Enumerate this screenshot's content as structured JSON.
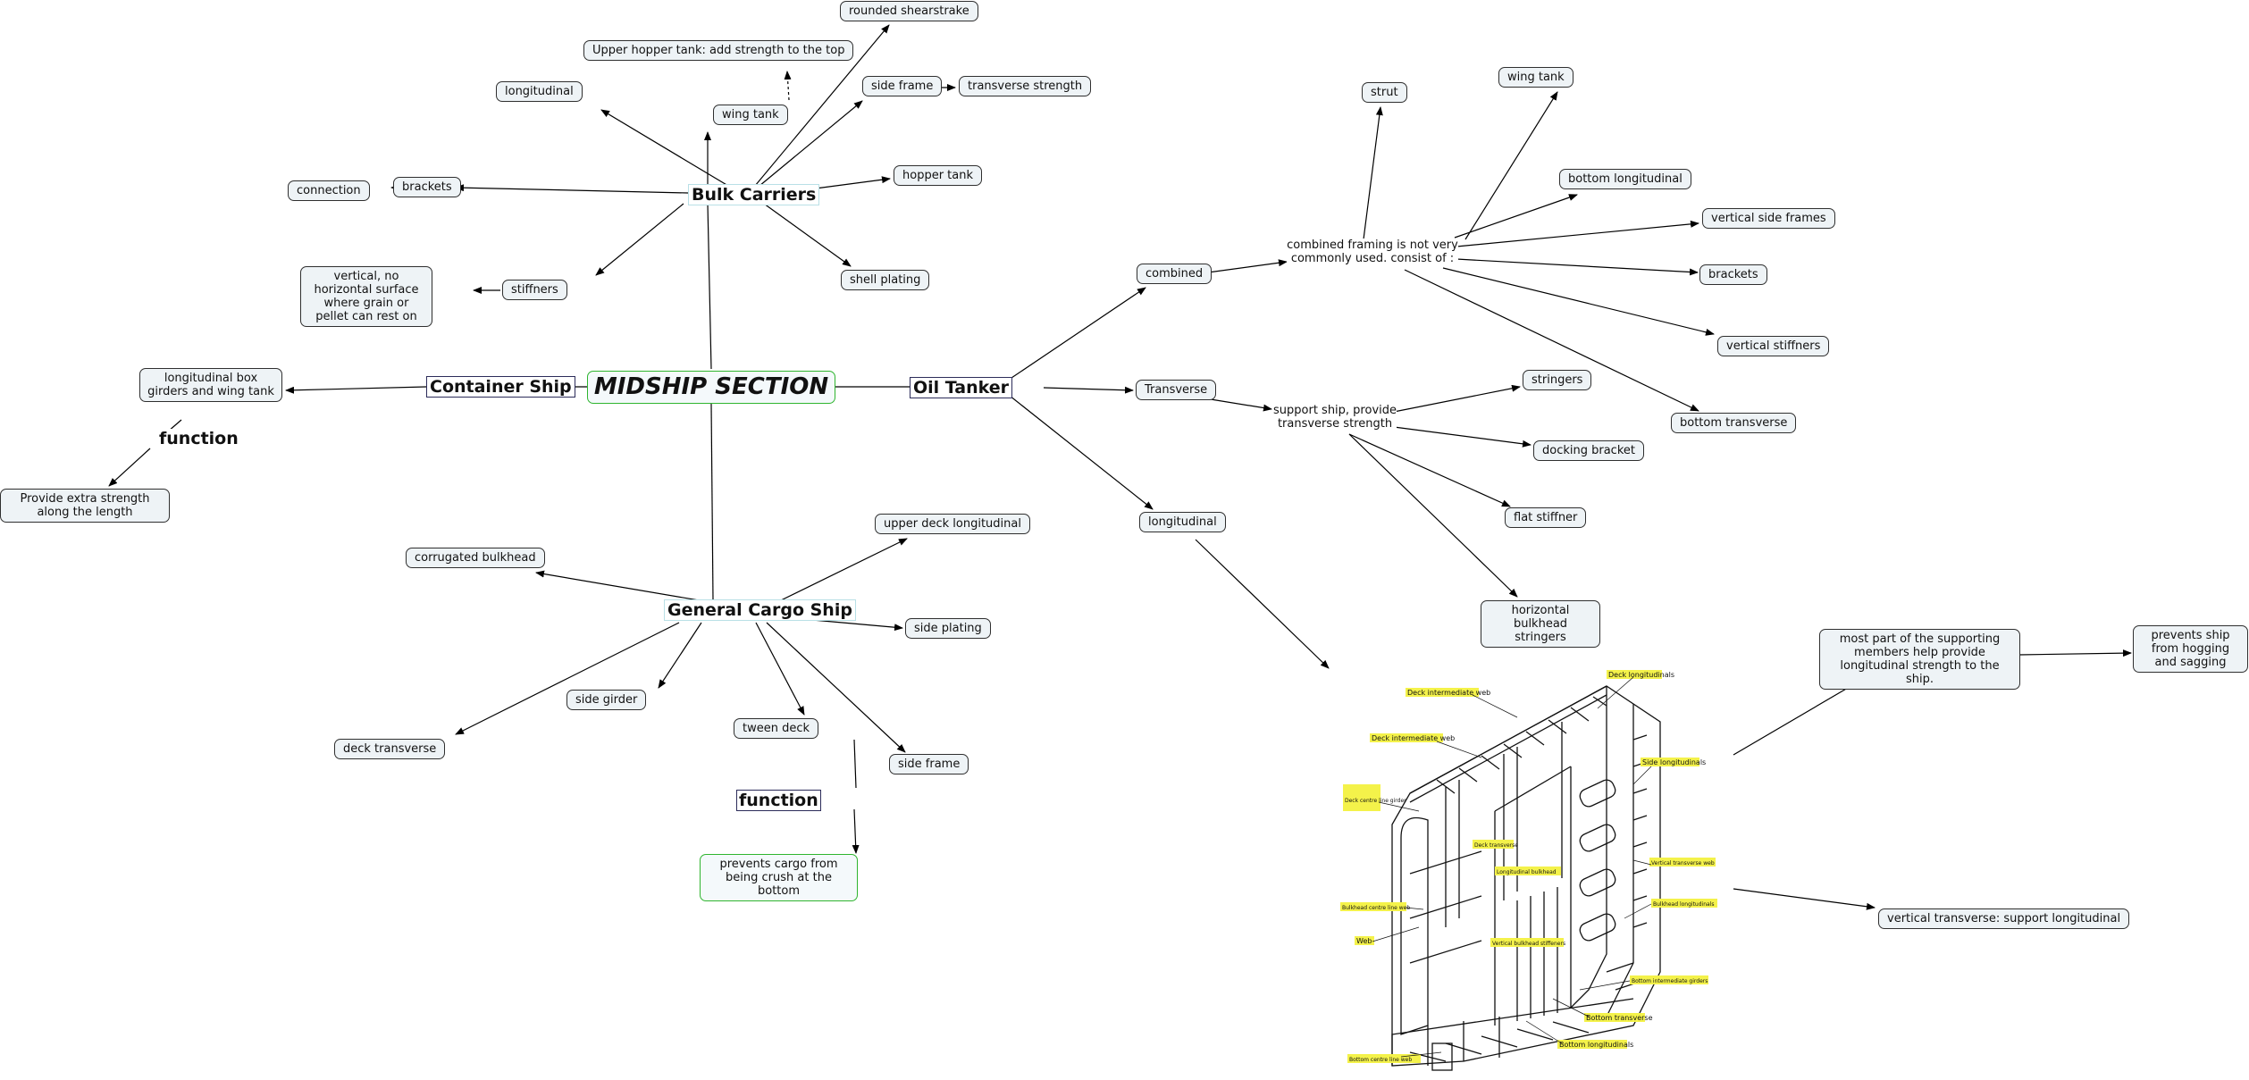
{
  "center": "MIDSHIP SECTION",
  "topics": {
    "bulk": "Bulk Carriers",
    "container": "Container Ship",
    "oil": "Oil Tanker",
    "general": "General Cargo Ship"
  },
  "bulk": {
    "longitudinal": "longitudinal",
    "upper_hopper": "Upper hopper tank: add strength to the top",
    "rounded_shearstrake": "rounded shearstrake",
    "wing_tank": "wing tank",
    "side_frame": "side frame",
    "transverse_strength": "transverse strength",
    "hopper_tank": "hopper tank",
    "brackets": "brackets",
    "connection": "connection",
    "shell_plating": "shell plating",
    "stiffners": "stiffners",
    "vertical_note": "vertical, no horizontal surface where grain or pellet can rest on"
  },
  "container": {
    "girders": "longitudinal box girders and wing tank",
    "function": "function",
    "function_text": "Provide extra strength along the length"
  },
  "general": {
    "corrugated_bulkhead": "corrugated bulkhead",
    "upper_deck_longitudinal": "upper deck longitudinal",
    "side_plating": "side plating",
    "side_girder": "side girder",
    "deck_transverse": "deck transverse",
    "tween_deck": "tween deck",
    "side_frame": "side frame",
    "function": "function",
    "function_text": "prevents cargo from being crush at the bottom"
  },
  "oil": {
    "combined": "combined",
    "combined_note": "combined framing is not very commonly used. consist of :",
    "strut": "strut",
    "wing_tank": "wing tank",
    "bottom_longitudinal": "bottom longitudinal",
    "vertical_side_frames": "vertical side frames",
    "brackets": "brackets",
    "vertical_stiffners": "vertical stiffners",
    "bottom_transverse": "bottom transverse",
    "transverse": "Transverse",
    "transverse_note": "support ship, provide transverse strength",
    "stringers": "stringers",
    "docking_bracket": "docking bracket",
    "flat_stiffner": "flat stiffner",
    "horizontal_bulkhead_stringers": "horizontal bulkhead stringers",
    "longitudinal": "longitudinal",
    "supporting_members": "most part of the supporting members help provide longitudinal strength to the ship.",
    "hogging_sagging": "prevents ship from hogging and sagging",
    "vertical_transverse": "vertical transverse: support longitudinal"
  },
  "figure_labels": {
    "deck_longitudinals": "Deck longitudinals",
    "deck_intermediate_web_1": "Deck intermediate web",
    "deck_intermediate_web_2": "Deck intermediate web",
    "side_longitudinals": "Side longitudinals",
    "deck_centre_line_girder": "Deck centre line girder",
    "deck_transverse": "Deck transverse",
    "longitudinal_bulkhead": "Longitudinal bulkhead",
    "vertical_transverse_web": "Vertical transverse web",
    "bulkhead_longitudinals": "Bulkhead longitudinals",
    "bulkhead_centre_line_web": "Bulkhead centre line web",
    "web": "Web",
    "vertical_bulkhead_stiffeners": "Vertical bulkhead stiffeners",
    "bottom_intermediate_girders": "Bottom intermediate girders",
    "bottom_transverse": "Bottom transverse",
    "bottom_longitudinals": "Bottom longitudinals",
    "bottom_centre_line_web": "Bottom centre line web"
  },
  "colors": {
    "node_fill": "#eef3f6",
    "node_border": "#2f2f2f",
    "accent_green": "#2fb52f",
    "figure_label_highlight": "#f4f24a"
  }
}
